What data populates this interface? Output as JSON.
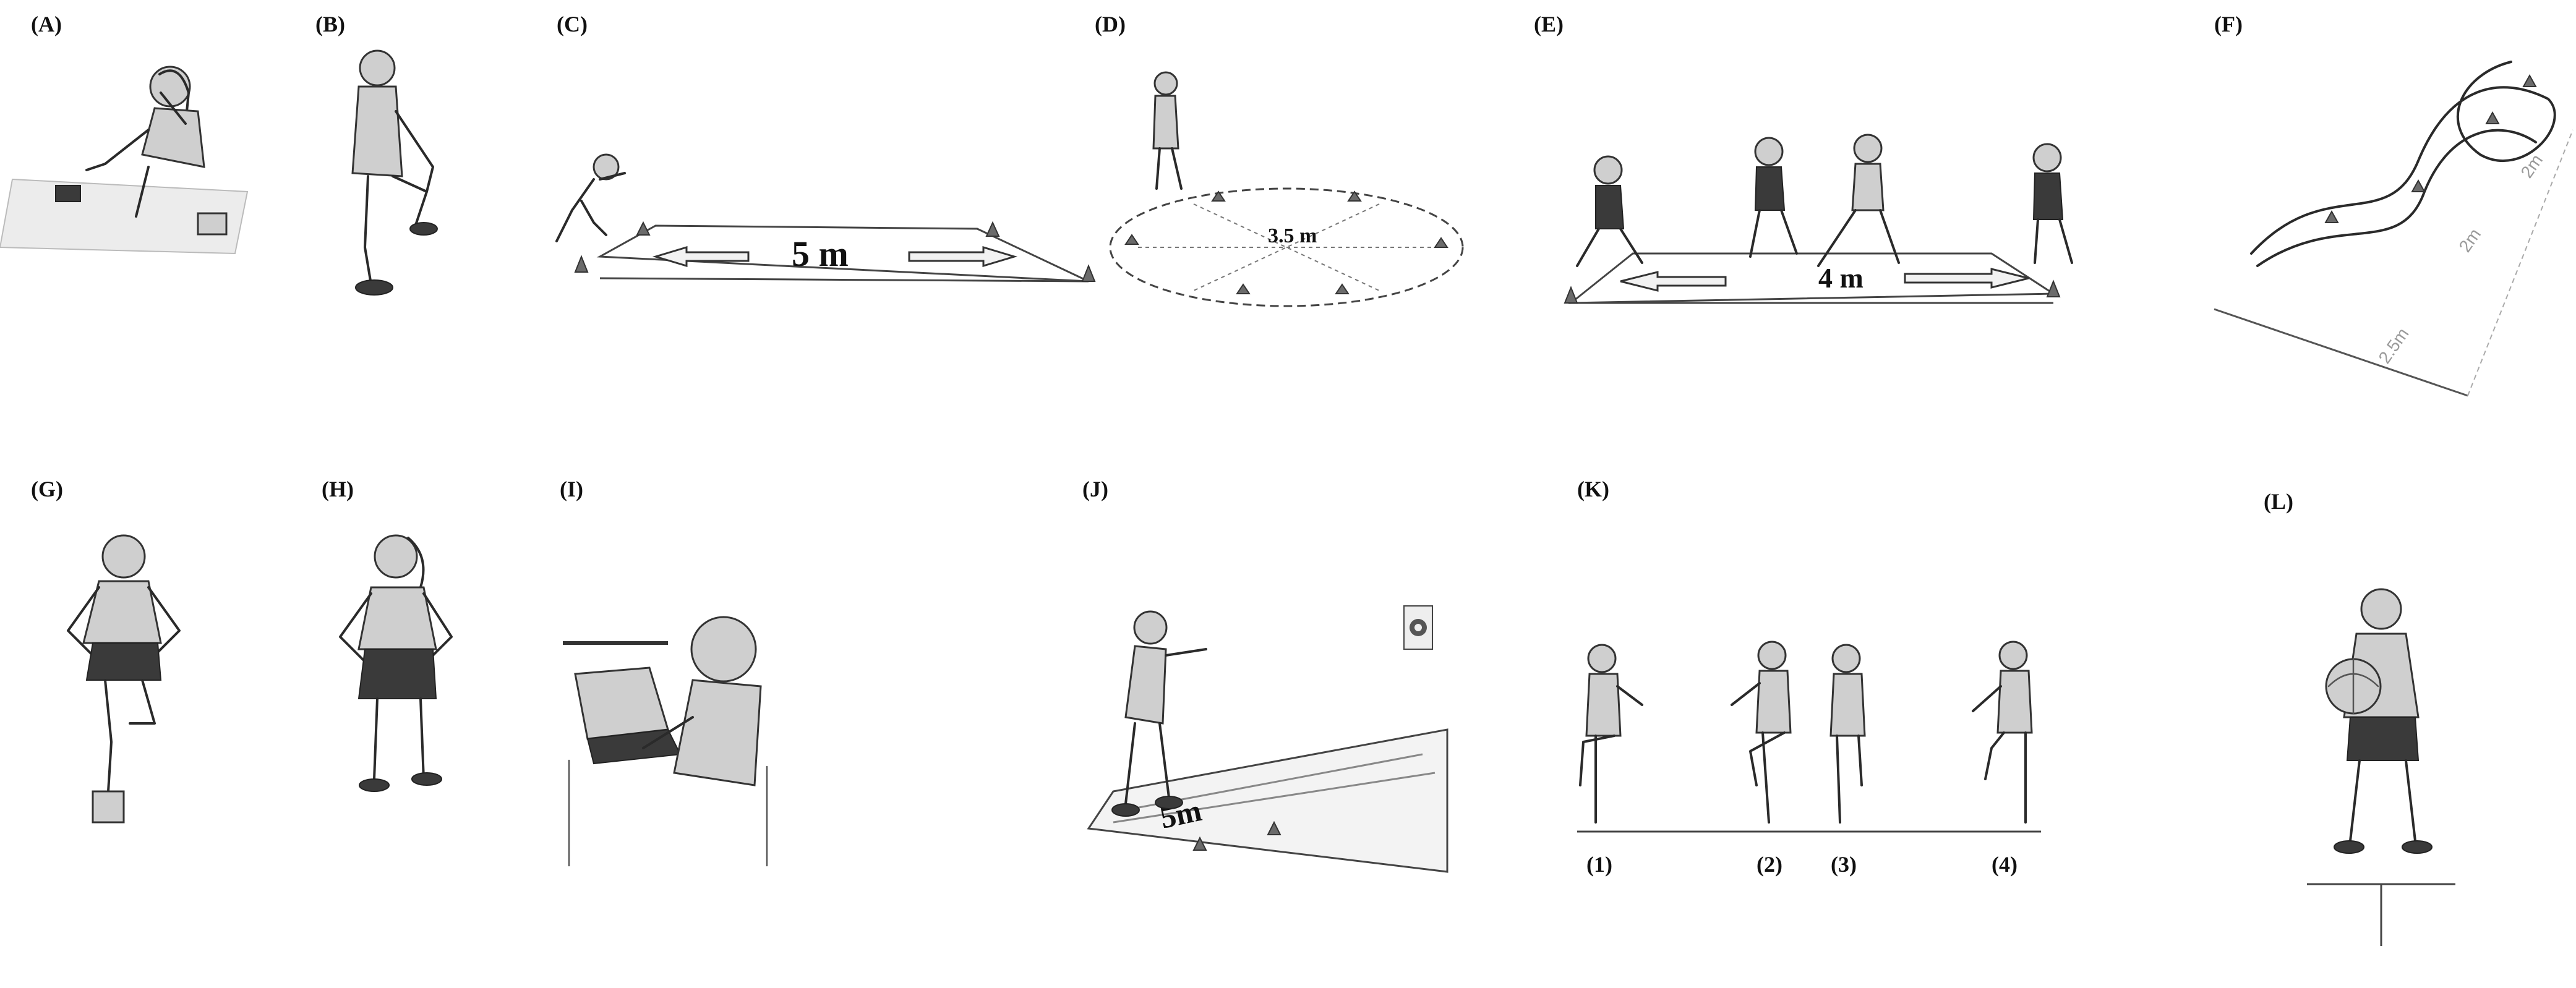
{
  "panels": [
    {
      "id": "A",
      "label": "(A)"
    },
    {
      "id": "B",
      "label": "(B)"
    },
    {
      "id": "C",
      "label": "(C)",
      "distance": "5 m"
    },
    {
      "id": "D",
      "label": "(D)",
      "distance": "3.5 m"
    },
    {
      "id": "E",
      "label": "(E)",
      "distance": "4 m"
    },
    {
      "id": "F",
      "label": "(F)",
      "distances": [
        "2.5m",
        "2m",
        "2m"
      ]
    },
    {
      "id": "G",
      "label": "(G)"
    },
    {
      "id": "H",
      "label": "(H)"
    },
    {
      "id": "I",
      "label": "(I)"
    },
    {
      "id": "J",
      "label": "(J)",
      "distance": "5m"
    },
    {
      "id": "K",
      "label": "(K)",
      "sub_labels": [
        "(1)",
        "(2)",
        "(3)",
        "(4)"
      ]
    },
    {
      "id": "L",
      "label": "(L)"
    }
  ]
}
